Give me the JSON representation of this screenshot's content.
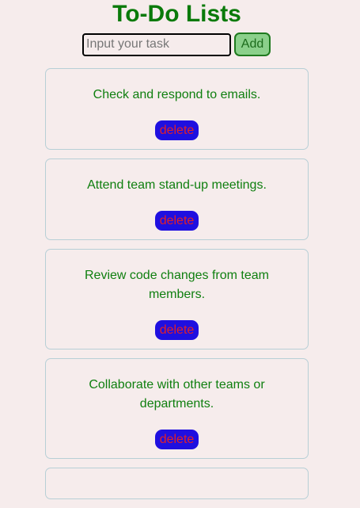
{
  "header": {
    "title": "To-Do Lists"
  },
  "form": {
    "input_placeholder": "Input your task",
    "input_value": "",
    "add_label": "Add"
  },
  "tasks": [
    {
      "text": "Check and respond to emails.",
      "delete_label": "delete"
    },
    {
      "text": "Attend team stand-up meetings.",
      "delete_label": "delete"
    },
    {
      "text": "Review code changes from team members.",
      "delete_label": "delete"
    },
    {
      "text": "Collaborate with other teams or departments.",
      "delete_label": "delete"
    }
  ],
  "colors": {
    "background": "#f6ecec",
    "title": "#0a7a0a",
    "task_text": "#0f7f0f",
    "add_button_bg": "#8bd08b",
    "delete_button_bg": "#1f0fe0",
    "delete_button_text": "#e0202a",
    "card_border": "#b7cfd6"
  }
}
